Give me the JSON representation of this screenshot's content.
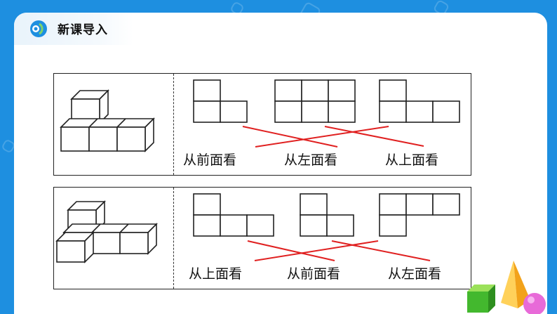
{
  "header": {
    "title": "新课导入"
  },
  "panel1": {
    "labels": [
      "从前面看",
      "从左面看",
      "从上面看"
    ]
  },
  "panel2": {
    "labels": [
      "从上面看",
      "从前面看",
      "从左面看"
    ]
  },
  "colors": {
    "background": "#1e8fe0",
    "match_line": "#e02020",
    "outline": "#222222"
  },
  "icons": [
    "logo-icon",
    "cube-icon",
    "pyramid-icon",
    "sphere-icon"
  ]
}
